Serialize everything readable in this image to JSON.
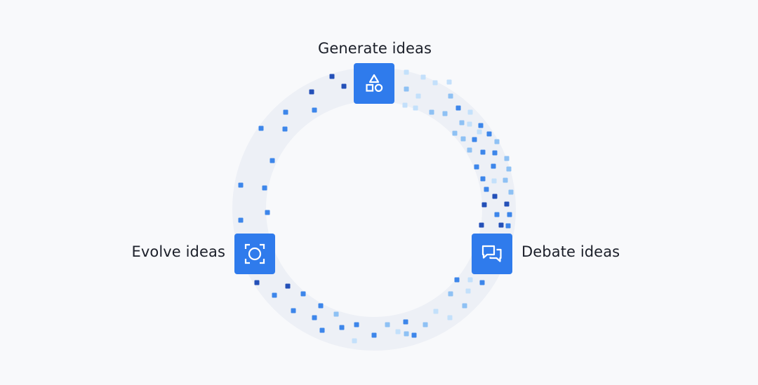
{
  "diagram": {
    "steps": [
      {
        "id": "generate",
        "label": "Generate ideas",
        "icon": "shapes-icon"
      },
      {
        "id": "debate",
        "label": "Debate ideas",
        "icon": "chat-bubbles-icon"
      },
      {
        "id": "evolve",
        "label": "Evolve ideas",
        "icon": "focus-circle-icon"
      }
    ]
  },
  "colors": {
    "background": "#f8f9fb",
    "ring": "#edf0f6",
    "node": "#2f7bec",
    "icon": "#ffffff",
    "text": "#1b1f29",
    "dot_dark": "#2450b8",
    "dot_mid": "#3d86ea",
    "dot_light": "#8ec1f4",
    "dot_pale": "#c3e0fb"
  }
}
